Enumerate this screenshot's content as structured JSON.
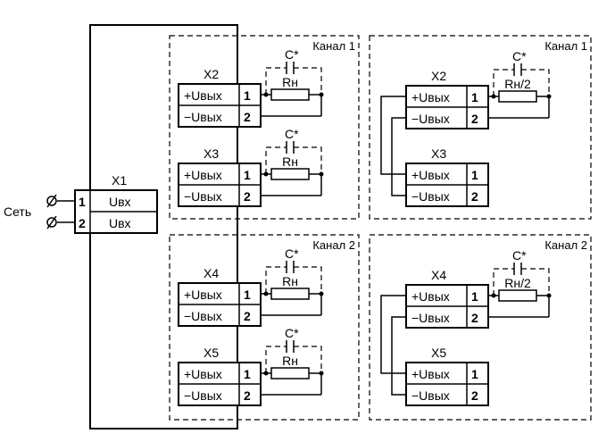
{
  "x1": {
    "label": "X1",
    "pins": [
      {
        "num": "1",
        "name": "Uвх"
      },
      {
        "num": "2",
        "name": "Uвх"
      }
    ]
  },
  "network_label": "Сеть",
  "panels": [
    {
      "channel": "Канал 1",
      "load_label": "Rн",
      "cap_label": "C*",
      "connectors": [
        {
          "label": "X2",
          "pins": [
            {
              "num": "1",
              "name": "+Uвых"
            },
            {
              "num": "2",
              "name": "−Uвых"
            }
          ]
        },
        {
          "label": "X3",
          "pins": [
            {
              "num": "1",
              "name": "+Uвых"
            },
            {
              "num": "2",
              "name": "−Uвых"
            }
          ]
        }
      ]
    },
    {
      "channel": "Канал 2",
      "load_label": "Rн",
      "cap_label": "C*",
      "connectors": [
        {
          "label": "X4",
          "pins": [
            {
              "num": "1",
              "name": "+Uвых"
            },
            {
              "num": "2",
              "name": "−Uвых"
            }
          ]
        },
        {
          "label": "X5",
          "pins": [
            {
              "num": "1",
              "name": "+Uвых"
            },
            {
              "num": "2",
              "name": "−Uвых"
            }
          ]
        }
      ]
    },
    {
      "channel": "Канал 1",
      "load_label": "Rн/2",
      "cap_label": "C*",
      "connectors": [
        {
          "label": "X2",
          "pins": [
            {
              "num": "1",
              "name": "+Uвых"
            },
            {
              "num": "2",
              "name": "−Uвых"
            }
          ]
        },
        {
          "label": "X3",
          "pins": [
            {
              "num": "1",
              "name": "+Uвых"
            },
            {
              "num": "2",
              "name": "−Uвых"
            }
          ]
        }
      ]
    },
    {
      "channel": "Канал 2",
      "load_label": "Rн/2",
      "cap_label": "C*",
      "connectors": [
        {
          "label": "X4",
          "pins": [
            {
              "num": "1",
              "name": "+Uвых"
            },
            {
              "num": "2",
              "name": "−Uвых"
            }
          ]
        },
        {
          "label": "X5",
          "pins": [
            {
              "num": "1",
              "name": "+Uвых"
            },
            {
              "num": "2",
              "name": "−Uвых"
            }
          ]
        }
      ]
    }
  ]
}
